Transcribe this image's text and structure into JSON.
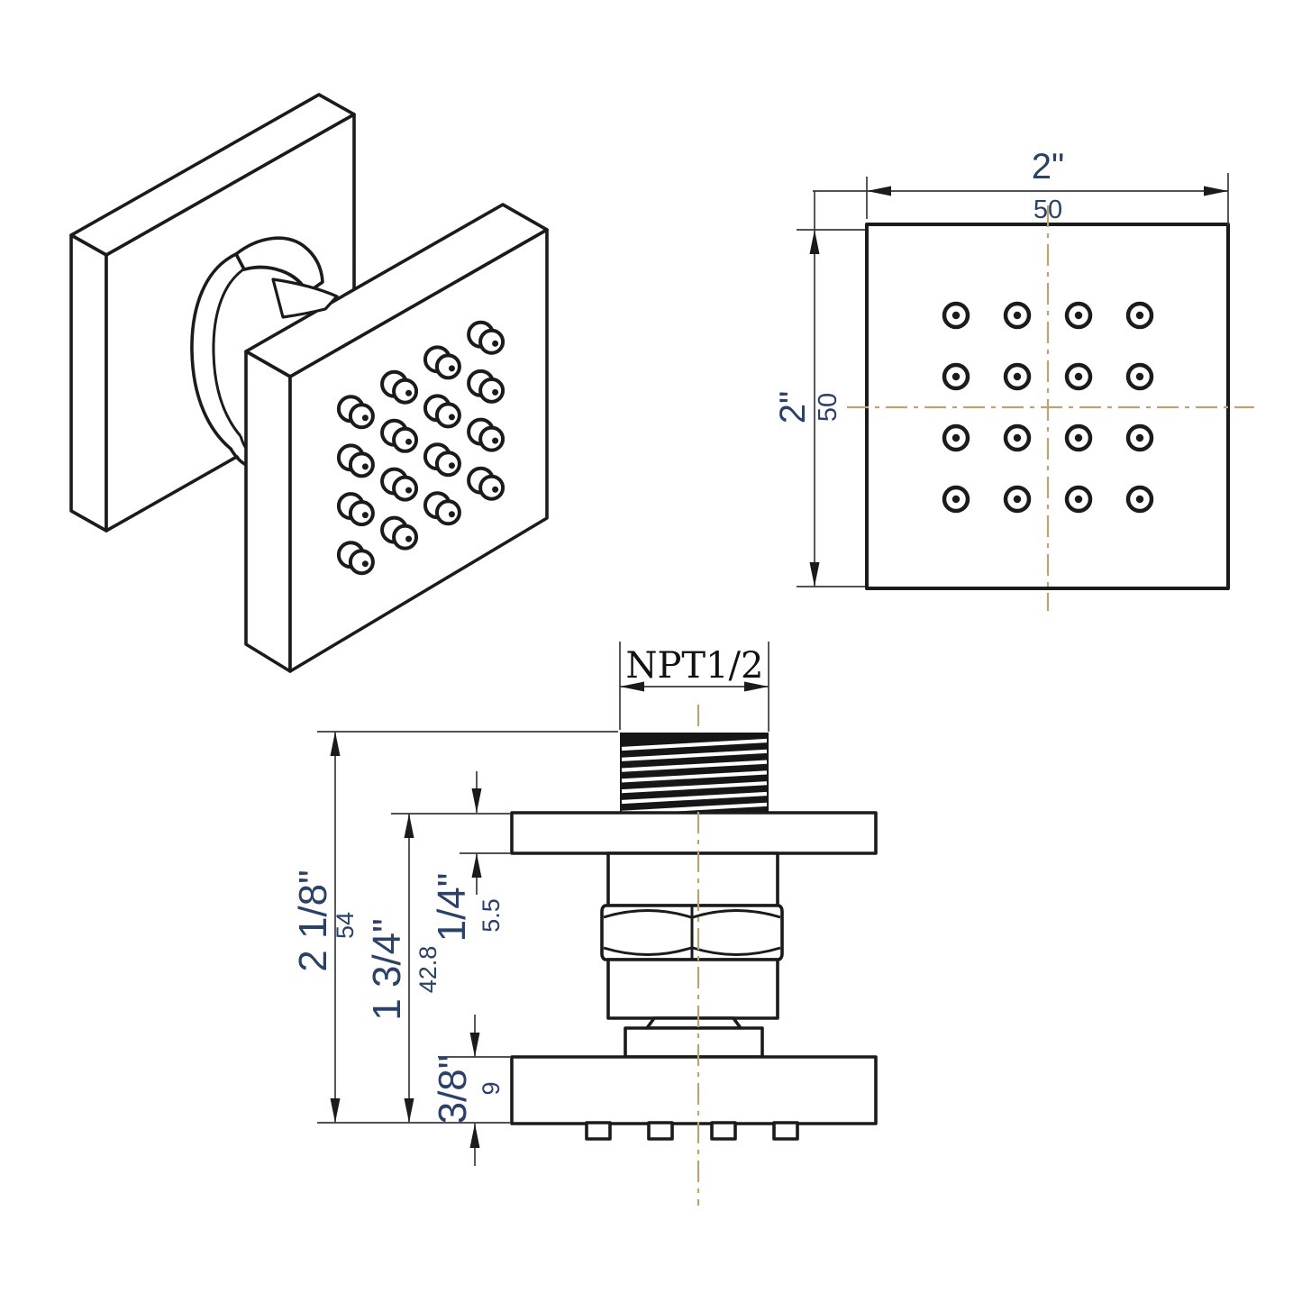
{
  "front_view": {
    "width_in": "2\"",
    "width_mm": "50",
    "height_in": "2\"",
    "height_mm": "50",
    "nozzle_rows": 4,
    "nozzle_cols": 4
  },
  "side_view": {
    "thread_label": "NPT1/2",
    "overall_height_in": "2 1/8\"",
    "overall_height_mm": "54",
    "body_height_in": "1 3/4\"",
    "body_height_mm": "42.8",
    "flange_thickness_in": "1/4\"",
    "flange_thickness_mm": "5.5",
    "plate_thickness_in": "3/8\"",
    "plate_thickness_mm": "9"
  },
  "isometric_view": {
    "nozzle_count": 16
  },
  "colors": {
    "line": "#1b1b1b",
    "dimension_text": "#2a4168",
    "centerline": "#b8a474",
    "background": "#ffffff"
  }
}
